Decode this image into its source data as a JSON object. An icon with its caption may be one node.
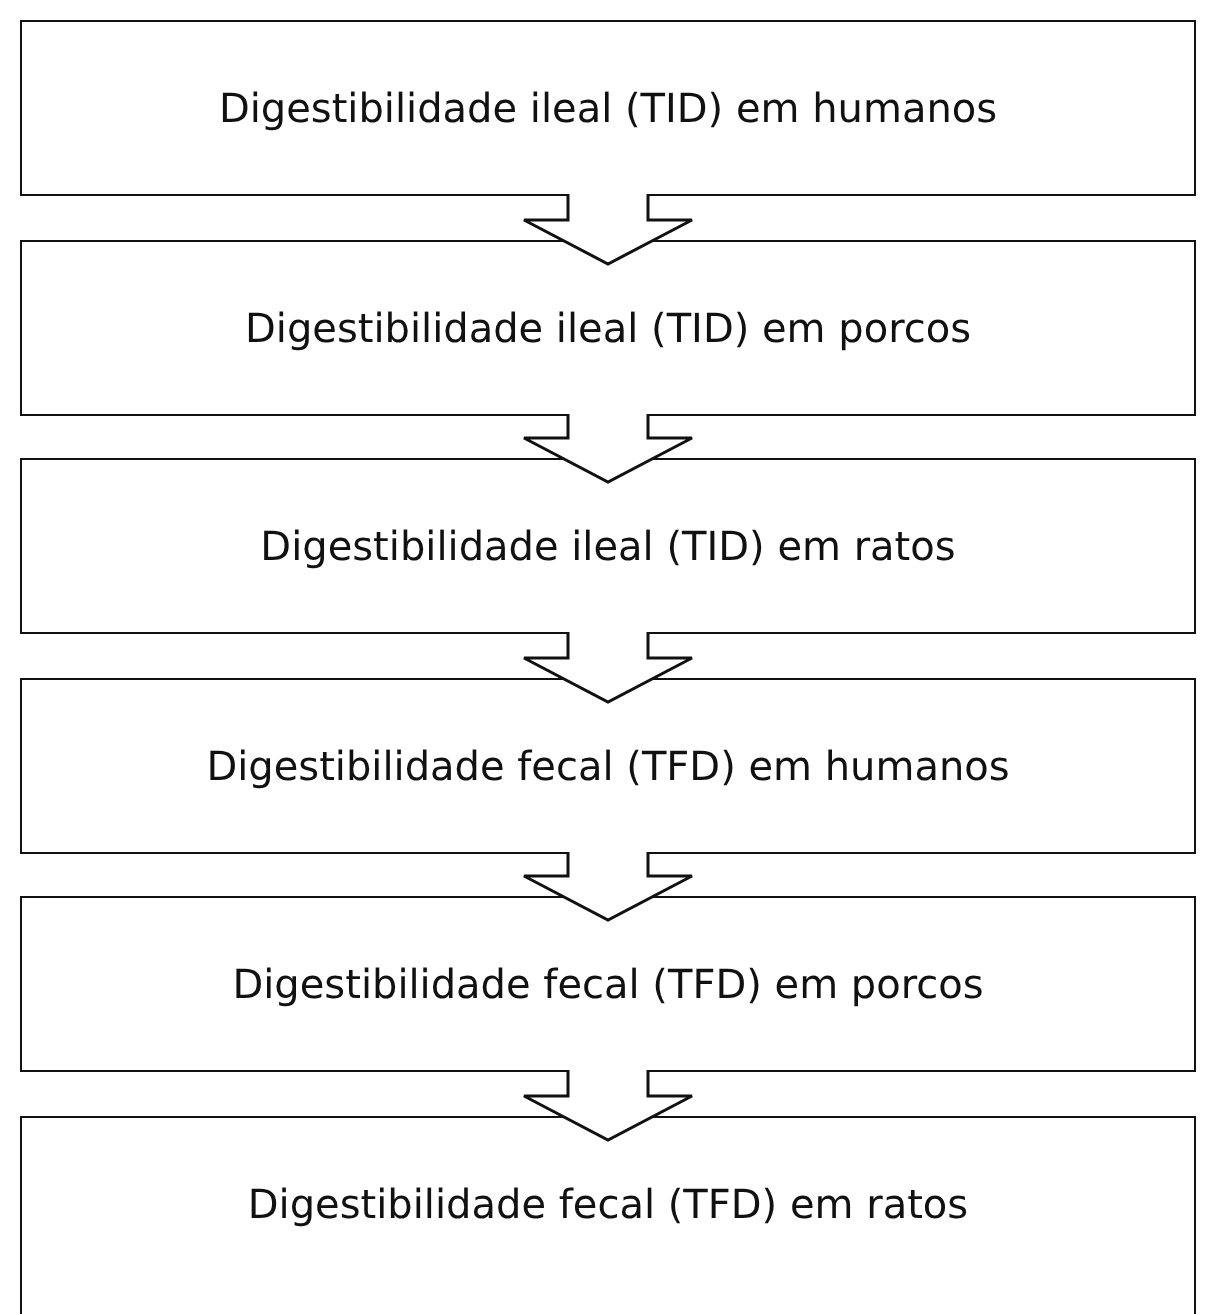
{
  "diagram": {
    "nodes": [
      {
        "text": [
          "Digestibilidade ileal (TID) em humanos"
        ]
      },
      {
        "text": [
          "Digestibilidade ileal (TID) em porcos"
        ]
      },
      {
        "text": [
          "Digestibilidade ileal (TID) em ratos"
        ]
      },
      {
        "text": [
          "Digestibilidade fecal (TFD) em humanos"
        ]
      },
      {
        "text": [
          "Digestibilidade fecal (TFD) em porcos"
        ]
      },
      {
        "text": [
          "Digestibilidade fecal (TFD) em ratos"
        ]
      }
    ],
    "edges": [
      {
        "from": 0,
        "to": 1,
        "arrow": "to"
      },
      {
        "from": 1,
        "to": 2,
        "arrow": "to"
      },
      {
        "from": 2,
        "to": 3,
        "arrow": "to"
      },
      {
        "from": 3,
        "to": 4,
        "arrow": "to"
      },
      {
        "from": 4,
        "to": 5,
        "arrow": "to"
      }
    ]
  }
}
